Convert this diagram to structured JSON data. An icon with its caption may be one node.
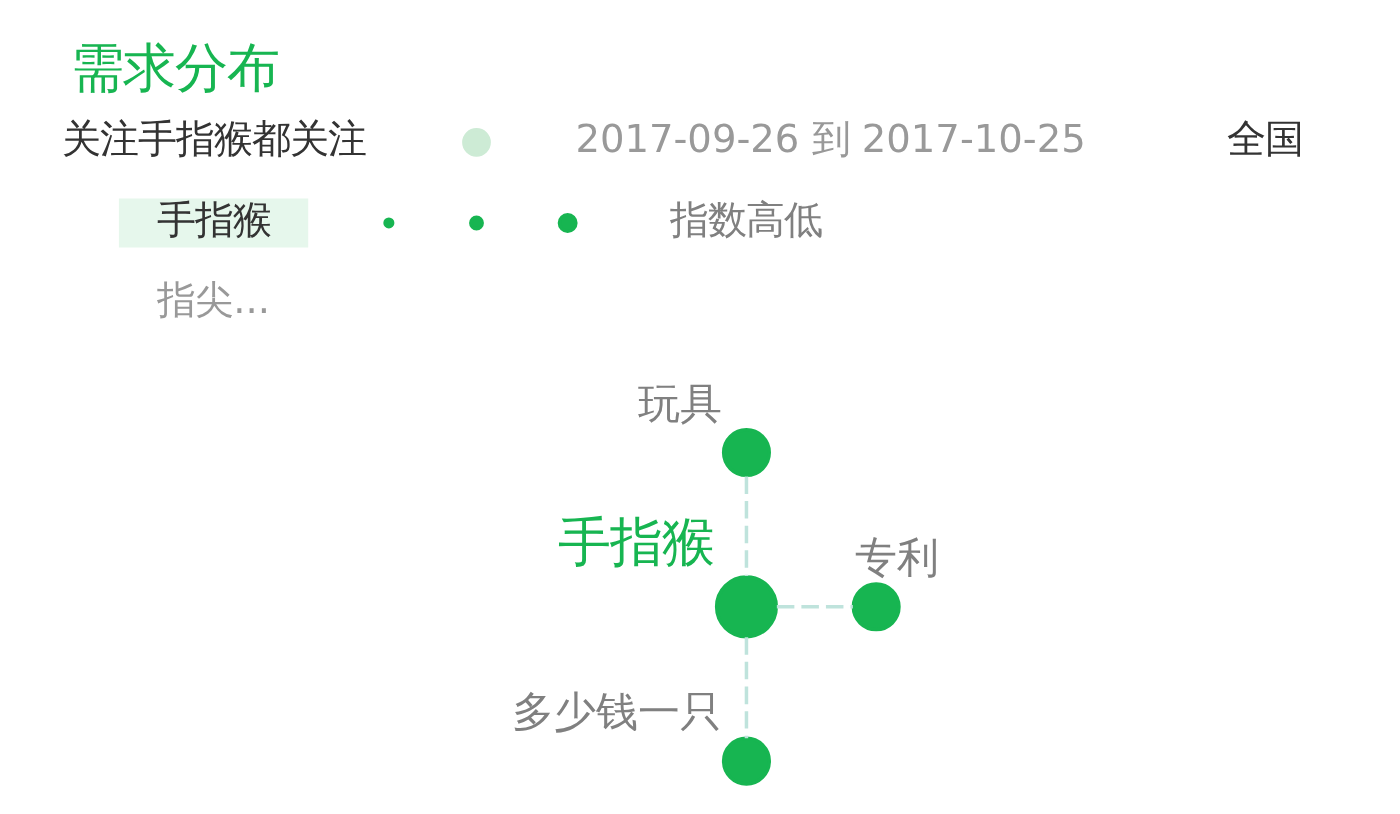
{
  "diagram": {
    "title": "需求分布",
    "nodes": [
      {
        "text": [],
        "shape": "circle",
        "beside": [
          "玩具"
        ]
      },
      {
        "text": [],
        "shape": "circle",
        "beside": [
          "手指猴"
        ]
      },
      {
        "text": [],
        "shape": "circle",
        "beside": [
          "多少钱一只"
        ]
      },
      {
        "text": [],
        "shape": "circle",
        "beside": [
          "专利"
        ]
      }
    ],
    "edges": [
      {
        "from": 0,
        "to": 1,
        "arrow": "none",
        "style": "dashed"
      },
      {
        "from": 1,
        "to": 2,
        "arrow": "none",
        "style": "dashed"
      },
      {
        "from": 1,
        "to": 3,
        "arrow": "none",
        "style": "dashed"
      }
    ],
    "labels": [
      "关注手指猴都关注",
      "2017-09-26 到 2017-10-25",
      "全国",
      "手指猴",
      "指尖..."
    ],
    "legend": [
      {
        "text": "指数高低"
      }
    ]
  }
}
